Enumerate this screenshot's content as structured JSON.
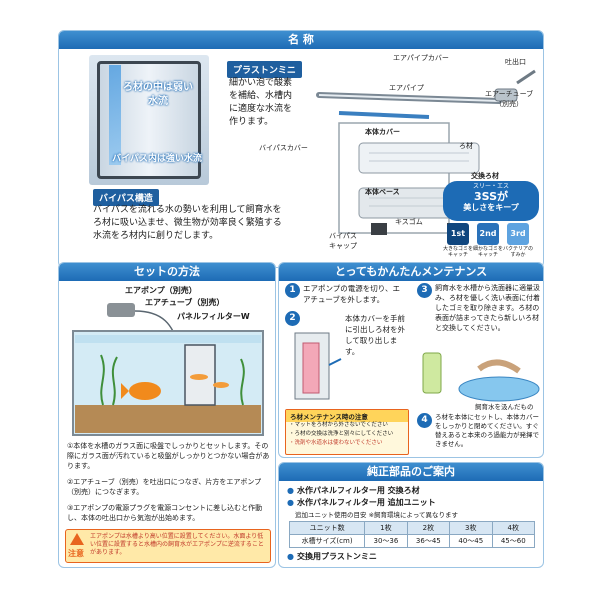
{
  "name_section": {
    "title": "名 称",
    "flow_label_1": "ろ材の中は弱い水流",
    "flow_label_2": "バイパス内は強い水流",
    "bypass_title": "バイパス構造",
    "bypass_text": "バイパスを流れる水の勢いを利用して飼育水をろ材に吸い込ませ、微生物が効率良く繁殖する水流をろ材内に創りだします。",
    "plast_title": "プラストンミニ",
    "plast_text": "細かい泡で酸素を補給、水槽内に適度な水流を作ります。",
    "callouts": {
      "air_pipe_cover": "エアパイプカバー",
      "air_pipe": "エアパイプ",
      "outlet": "吐出口",
      "air_tube": "エアーチューブ",
      "air_tube_note": "（別売）",
      "body_cover": "本体カバー",
      "bypass_cover": "バイパスカバー",
      "filter_media": "ろ材",
      "replace_media": "交換ろ材",
      "body_base": "本体ベース",
      "kisugomu": "キスゴム",
      "bypass_cap": "バイパスキャップ"
    },
    "sss": {
      "small": "スリー・エス",
      "title": "3SSが",
      "subtitle": "美しさをキープ",
      "step1": "1st",
      "step2": "2nd",
      "step3": "3rd",
      "cap1": "大きなゴミをキャッチ",
      "cap2": "細かなゴミをキャッチ",
      "cap3": "バクテリアのすみか"
    }
  },
  "setup": {
    "title": "セットの方法",
    "air_pump": "エアポンプ（別売）",
    "air_tube": "エアチューブ（別売）",
    "panel_filter": "パネルフィルターW",
    "steps": [
      "①本体を水槽のガラス面に吸盤でしっかりとセットします。その際にガラス面が汚れていると吸盤がしっかりとつかない場合があります。",
      "②エアチューブ（別売）を吐出口につなぎ、片方をエアポンプ（別売）につなぎます。",
      "③エアポンプの電源プラグを電源コンセントに差し込むと作動し、本体の吐出口から気泡が出始めます。"
    ],
    "caution_label": "注意",
    "caution_text": "エアポンプは水槽より高い位置に設置してください。水面より低い位置に設置すると水槽内の飼育水がエアポンプに逆流することがあります。"
  },
  "maintenance": {
    "title": "とってもかんたんメンテナンス",
    "step1": "エアポンプの電源を切り、エアチューブを外します。",
    "step2": "本体カバーを手前に引出しろ材を外して取り出します。",
    "step3": "飼育水を水槽から洗面器に適量汲み、ろ材を優しく洗い表面に付着したゴミを取り除きます。ろ材の表面が詰まってきたら新しいろ材と交換してください。",
    "bucket_label": "飼育水を汲んだもの",
    "step4": "ろ材を本体にセットし、本体カバーをしっかりと閉めてください。すぐ替えあると本来のろ過能力が発揮できません。",
    "warn_title": "ろ材メンテナンス時の注意",
    "warn_lines": [
      "・マットをろ材から外さないでください",
      "・ろ材の交換は洗浄と別々にしてください",
      "・洗剤や水道水は使わないでください"
    ]
  },
  "parts": {
    "title": "純正部品のご案内",
    "item1": "水作パネルフィルター用 交換ろ材",
    "item2": "水作パネルフィルター用 追加ユニット",
    "note": "追加ユニット使用の目安 ※飼育環境によって異なります",
    "table_head": [
      "ユニット数",
      "1枚",
      "2枚",
      "3枚",
      "4枚"
    ],
    "table_row": [
      "水槽サイズ(cm)",
      "30〜36",
      "36〜45",
      "40〜45",
      "45〜60"
    ],
    "item3": "交換用プラストンミニ"
  },
  "colors": {
    "accent": "#1d6bb5",
    "panel_border": "#9cc4e4",
    "caution": "#e8641e",
    "warn_bg": "#ffe9a8"
  }
}
